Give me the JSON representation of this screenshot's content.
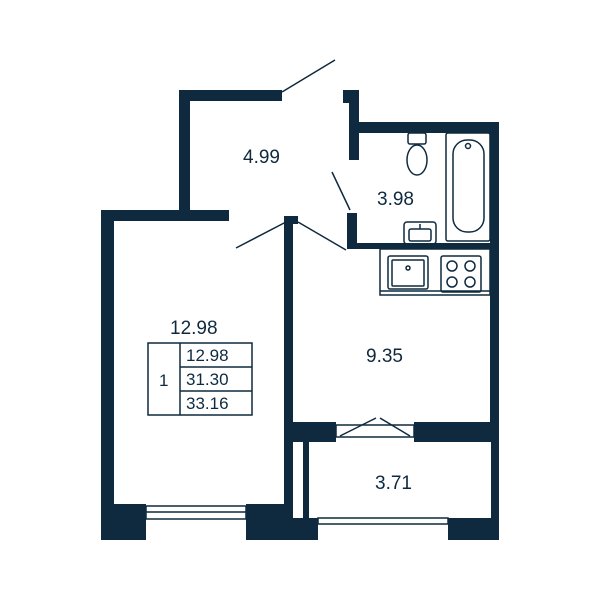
{
  "plan": {
    "ink": "#0f2a3f",
    "rooms": {
      "hall": "4.99",
      "bathroom": "3.98",
      "living_room": "12.98",
      "kitchen": "9.35",
      "balcony": "3.71"
    },
    "summary": {
      "rooms_count": "1",
      "living_area": "12.98",
      "total_area": "31.30",
      "total_with_balcony": "33.16"
    }
  }
}
